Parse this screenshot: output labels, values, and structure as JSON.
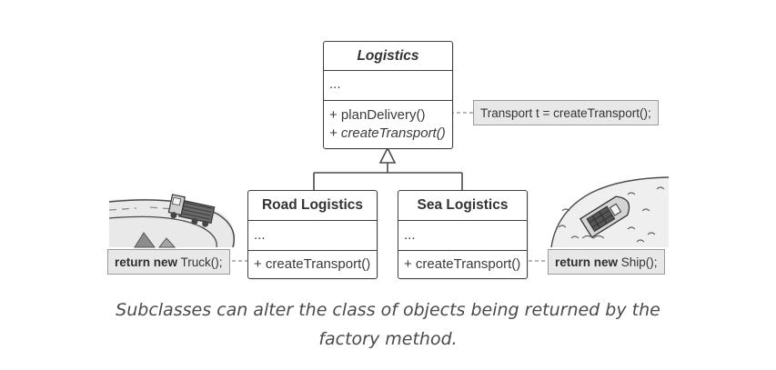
{
  "diagram": {
    "logistics": {
      "name": "Logistics",
      "fields": "...",
      "method_1": "+ planDelivery()",
      "method_2": "+ createTransport()"
    },
    "road": {
      "name": "Road Logistics",
      "fields": "...",
      "method": "+ createTransport()"
    },
    "sea": {
      "name": "Sea Logistics",
      "fields": "...",
      "method": "+ createTransport()"
    },
    "notes": {
      "plan_delivery": "Transport t = createTransport();",
      "truck_keyword": "return new",
      "truck_rest": " Truck();",
      "ship_keyword": "return new",
      "ship_rest": " Ship();"
    },
    "illustrations": [
      "truck-on-road-illustration",
      "ship-on-sea-illustration"
    ]
  },
  "caption": {
    "line_1": "Subclasses can alter the class of objects being returned by the",
    "line_2": "factory method."
  }
}
